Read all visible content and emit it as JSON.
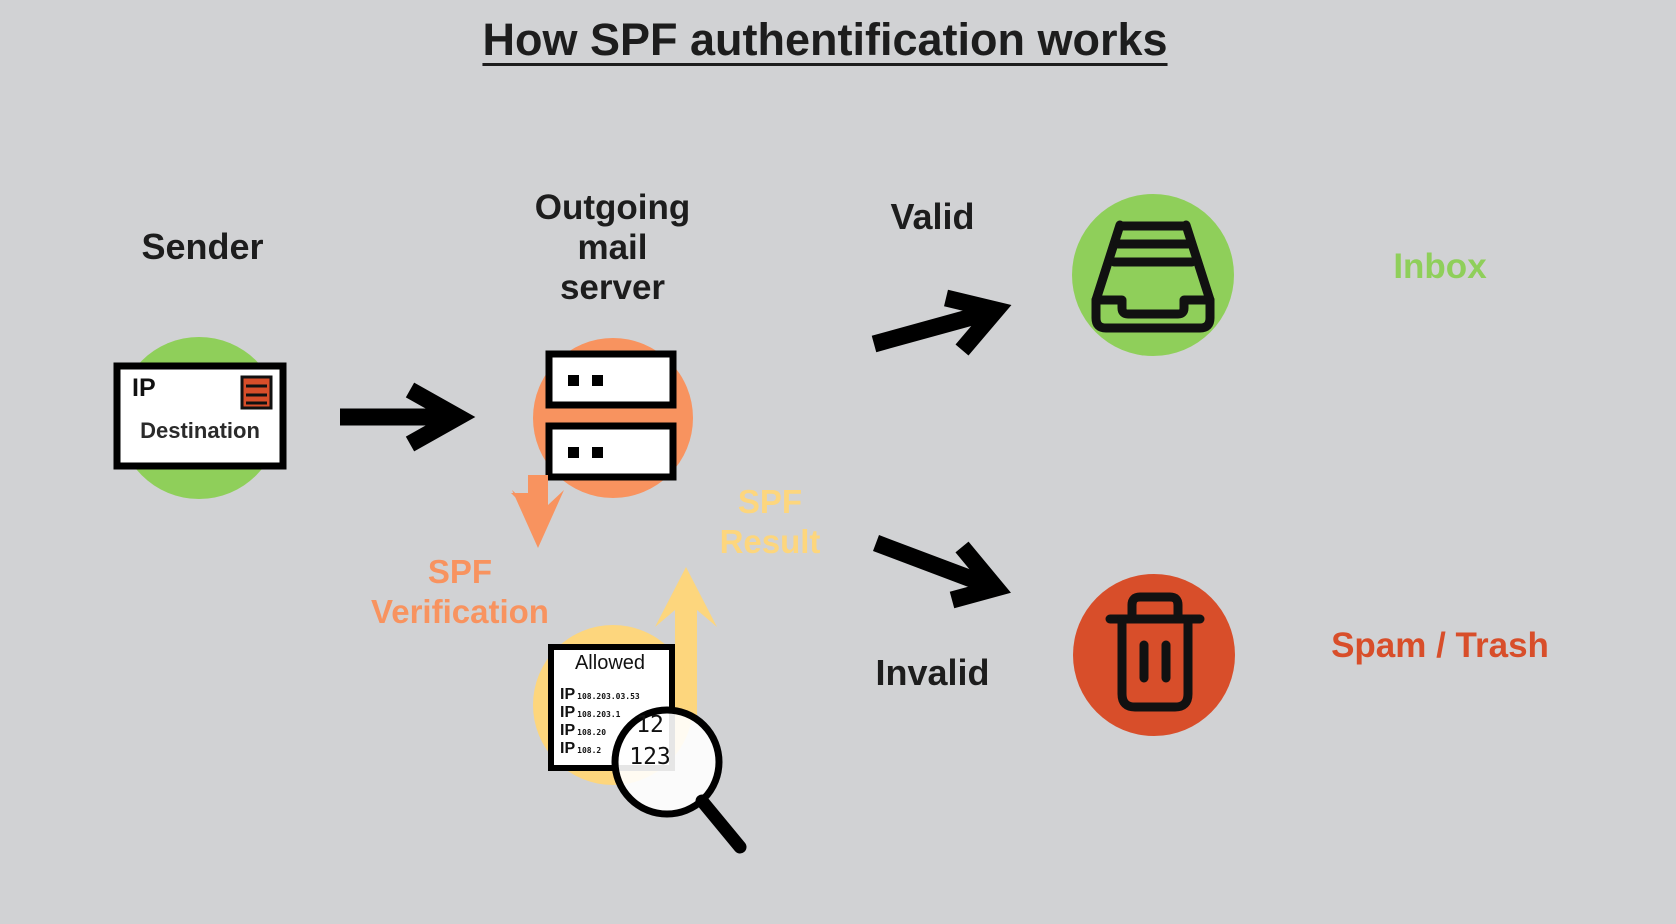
{
  "title": "How SPF authentification works",
  "labels": {
    "sender": "Sender",
    "outgoing_server": [
      "Outgoing",
      "mail",
      "server"
    ],
    "valid": "Valid",
    "invalid": "Invalid",
    "inbox": "Inbox",
    "spam_trash": "Spam / Trash",
    "spf_verification": [
      "SPF",
      "Verification"
    ],
    "spf_result": [
      "SPF",
      "Result"
    ]
  },
  "envelope": {
    "ip": "IP",
    "destination": "Destination"
  },
  "allowed_list": {
    "heading": "Allowed",
    "rows": [
      {
        "label": "IP",
        "value": "108.203.03.53"
      },
      {
        "label": "IP",
        "value": "108.203.1"
      },
      {
        "label": "IP",
        "value": "108.20"
      },
      {
        "label": "IP",
        "value": "108.2"
      }
    ],
    "magnified": [
      "12",
      "123"
    ]
  },
  "colors": {
    "background": "#d1d2d4",
    "green": "#8fcf5a",
    "orange": "#f8935f",
    "yellow": "#fdd67d",
    "red": "#d84e2a",
    "dark": "#1d1d1d"
  },
  "icons": [
    "envelope-icon",
    "server-icon",
    "document-icon",
    "magnifier-icon",
    "inbox-tray-icon",
    "trash-icon",
    "arrow-icon"
  ]
}
